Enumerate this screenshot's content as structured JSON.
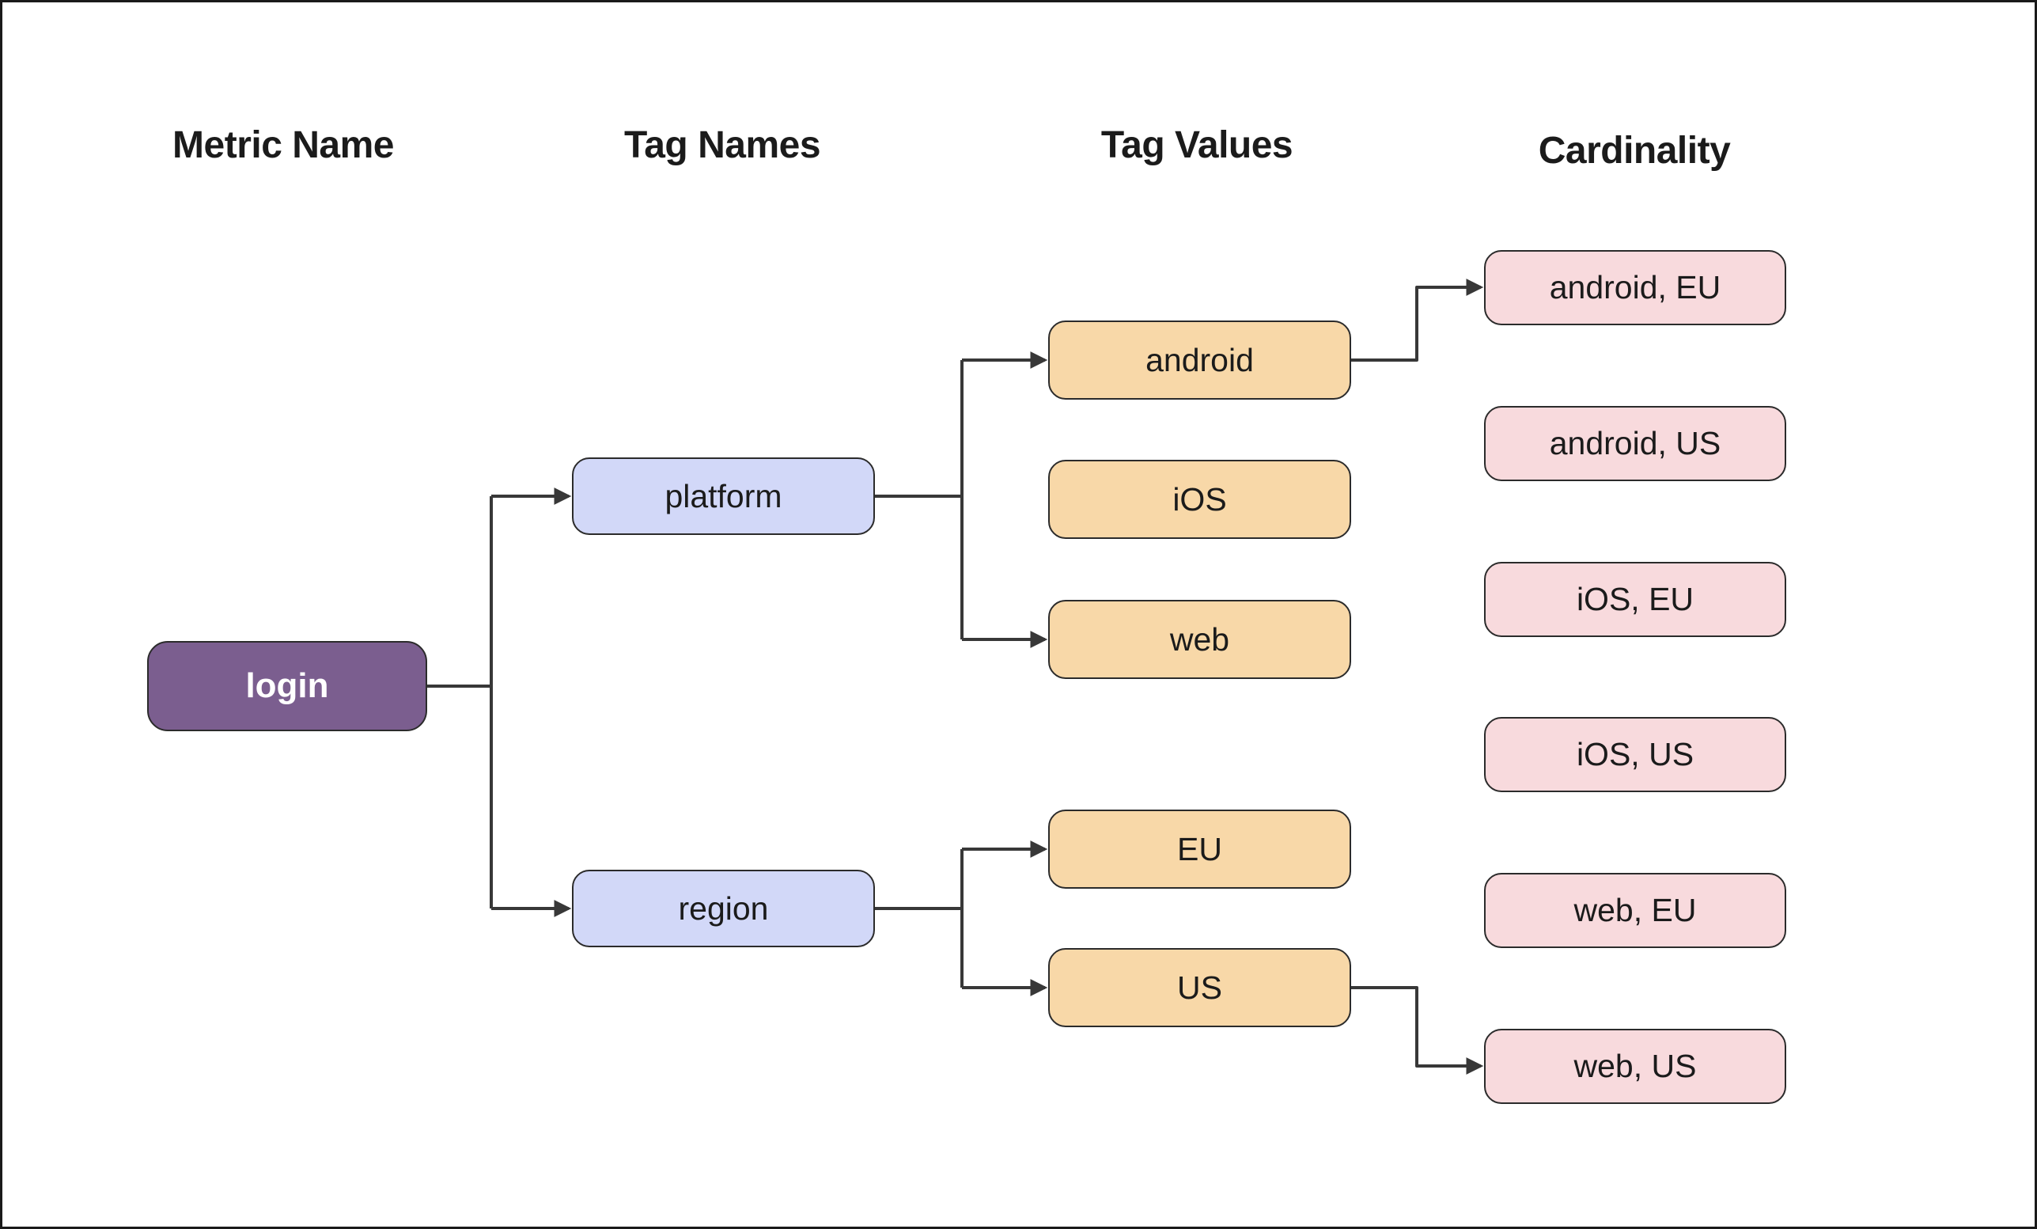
{
  "diagram": {
    "column_headers": [
      {
        "label": "Metric Name"
      },
      {
        "label": "Tag Names"
      },
      {
        "label": "Tag Values"
      },
      {
        "label": "Cardinality"
      }
    ],
    "metric": {
      "label": "login"
    },
    "tag_names": [
      {
        "label": "platform"
      },
      {
        "label": "region"
      }
    ],
    "tag_values": [
      {
        "label": "android"
      },
      {
        "label": "iOS"
      },
      {
        "label": "web"
      },
      {
        "label": "EU"
      },
      {
        "label": "US"
      }
    ],
    "cardinality": [
      {
        "label": "android, EU"
      },
      {
        "label": "android, US"
      },
      {
        "label": "iOS, EU"
      },
      {
        "label": "iOS, US"
      },
      {
        "label": "web, EU"
      },
      {
        "label": "web, US"
      }
    ],
    "edges": [
      {
        "from": "login",
        "to": "platform",
        "arrow": true
      },
      {
        "from": "login",
        "to": "region",
        "arrow": true
      },
      {
        "from": "platform",
        "to": "android",
        "arrow": true
      },
      {
        "from": "platform",
        "to": "web",
        "arrow": true
      },
      {
        "from": "android",
        "to": "android, EU",
        "arrow": true
      },
      {
        "from": "region",
        "to": "EU",
        "arrow": true
      },
      {
        "from": "region",
        "to": "US",
        "arrow": true
      },
      {
        "from": "US",
        "to": "web, US",
        "arrow": true
      }
    ],
    "colors": {
      "background": "#ffffff",
      "canvas_border": "#1a1a1a",
      "node_border": "#2b2b2b",
      "edge_color": "#383838",
      "metric_fill": "#7b5e8f",
      "metric_text": "#ffffff",
      "tag_name_fill": "#d2d8f8",
      "tag_value_fill": "#f8d8a8",
      "cardinality_fill": "#f8dadd",
      "node_text": "#1b1b1b",
      "header_text": "#1b1b1b"
    }
  }
}
